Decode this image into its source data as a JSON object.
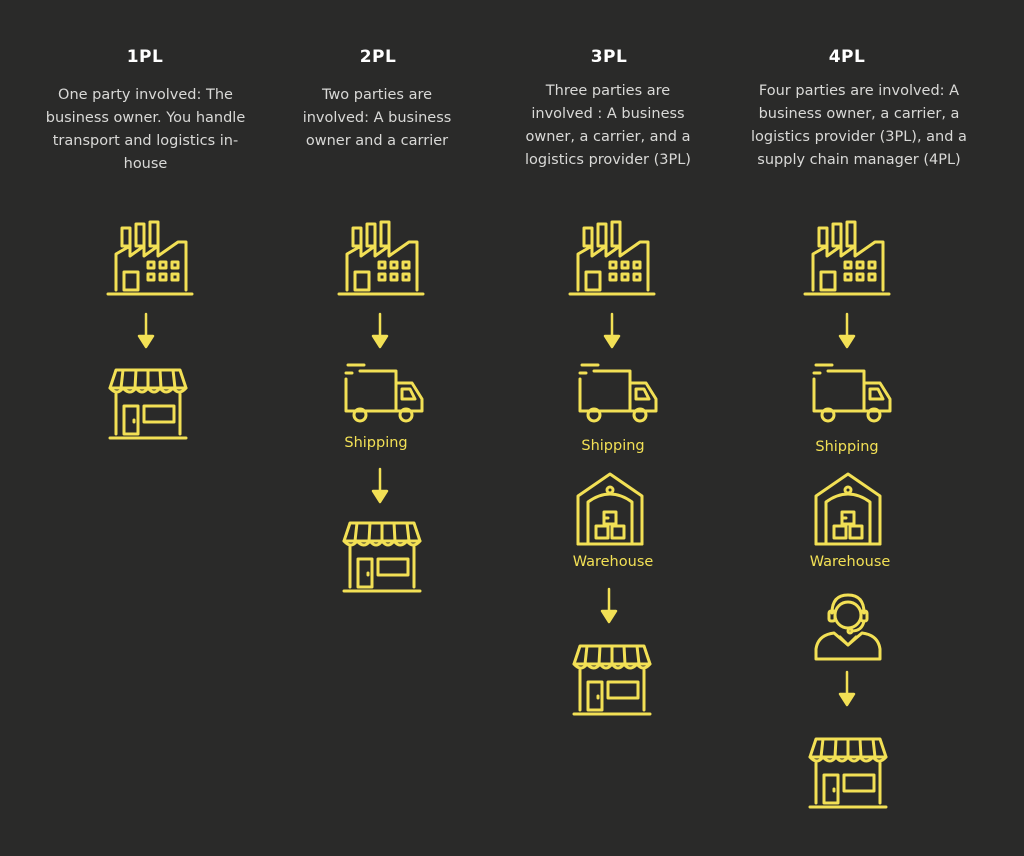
{
  "accent_color": "#f2e055",
  "background_color": "#2a2a29",
  "columns": [
    {
      "title": "1PL",
      "description": "One party involved: The business owner. You handle transport and logistics in-house",
      "flow": [
        "factory-icon",
        "arrow-down-icon",
        "store-icon"
      ]
    },
    {
      "title": "2PL",
      "description": "Two parties are involved: A business owner and a carrier",
      "flow": [
        "factory-icon",
        "arrow-down-icon",
        "truck-icon",
        "arrow-down-icon",
        "store-icon"
      ],
      "labels": {
        "shipping": "Shipping"
      }
    },
    {
      "title": "3PL",
      "description": "Three parties are involved : A business owner, a carrier, and a logistics provider (3PL)",
      "flow": [
        "factory-icon",
        "arrow-down-icon",
        "truck-icon",
        "warehouse-icon",
        "arrow-down-icon",
        "store-icon"
      ],
      "labels": {
        "shipping": "Shipping",
        "warehouse": "Warehouse"
      }
    },
    {
      "title": "4PL",
      "description": "Four parties are involved: A business owner, a carrier, a logistics provider (3PL), and a supply chain manager (4PL)",
      "flow": [
        "factory-icon",
        "arrow-down-icon",
        "truck-icon",
        "warehouse-icon",
        "headset-agent-icon",
        "arrow-down-icon",
        "store-icon"
      ],
      "labels": {
        "shipping": "Shipping",
        "warehouse": "Warehouse"
      }
    }
  ]
}
